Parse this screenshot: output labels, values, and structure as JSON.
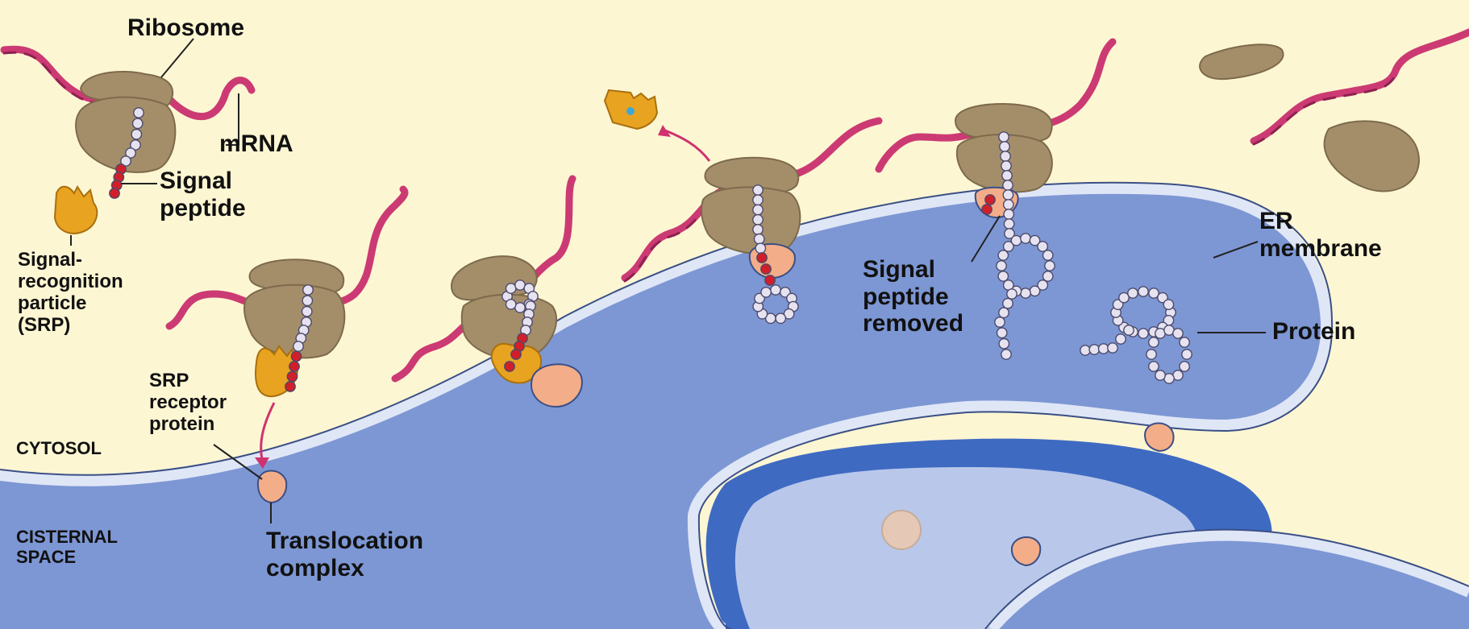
{
  "colors": {
    "background": "#fdf6d3",
    "ribosome": "#a48e6a",
    "ribosome_dark": "#7d6a4b",
    "mrna": "#cc3a73",
    "mrna_dark": "#8e2150",
    "srp": "#e8a320",
    "bead": "#e6e2f0",
    "bead_signal": "#d11f2a",
    "receptor": "#f3ad88",
    "er_lumen": "#7d97d4",
    "er_deep": "#3e6ac2",
    "er_light": "#c3cfec",
    "membrane": "#dfe6f6"
  },
  "labels": {
    "ribosome": "Ribosome",
    "mrna": "mRNA",
    "signal_peptide": [
      "Signal",
      "peptide"
    ],
    "srp": [
      "Signal-",
      "recognition",
      "particle",
      "(SRP)"
    ],
    "srp_receptor": [
      "SRP",
      "receptor",
      "protein"
    ],
    "cytosol": "CYTOSOL",
    "cisternal_space": [
      "CISTERNAL",
      "SPACE"
    ],
    "translocation_complex": [
      "Translocation",
      "complex"
    ],
    "signal_peptide_removed": [
      "Signal",
      "peptide",
      "removed"
    ],
    "er_membrane": [
      "ER",
      "membrane"
    ],
    "protein": "Protein"
  },
  "icons": {
    "ribosome": "ribosome-icon",
    "srp": "srp-icon",
    "mrna": "mrna-strand-icon",
    "translocation_complex": "translocon-icon"
  }
}
